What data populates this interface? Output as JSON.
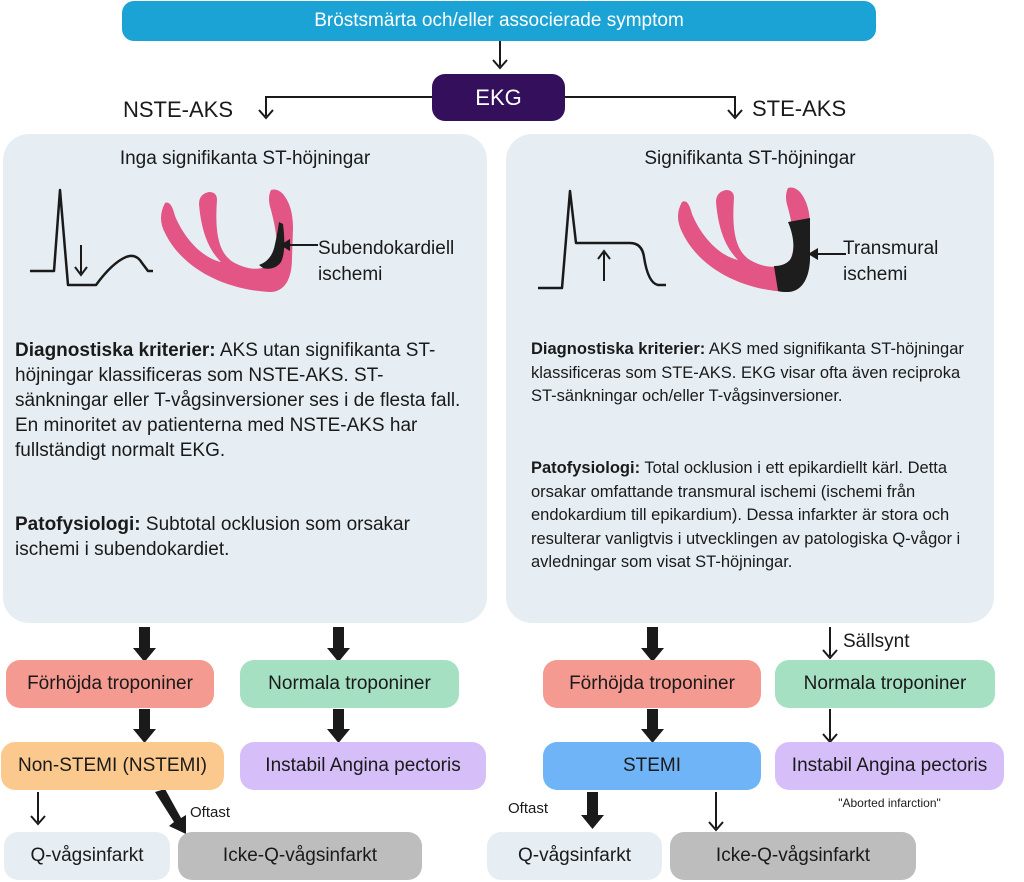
{
  "top": {
    "title": "Bröstsmärta och/eller associerade symptom",
    "ekg": "EKG"
  },
  "branches": {
    "left": "NSTE-AKS",
    "right": "STE-AKS"
  },
  "left_panel": {
    "title": "Inga signifikanta ST-höjningar",
    "ischemia_label": "Subendokardiell ischemi",
    "criteria_heading": "Diagnostiska kriterier:",
    "criteria_text": " AKS utan signifikanta ST-höjningar klassificeras som NSTE-AKS. ST-sänkningar eller T-vågsinversioner ses i de flesta fall. En minoritet av patienterna med NSTE-AKS har fullständigt normalt EKG.",
    "patho_heading": "Patofysiologi:",
    "patho_text": " Subtotal ocklusion som orsakar ischemi i subendokardiet."
  },
  "right_panel": {
    "title": "Signifikanta ST-höjningar",
    "ischemia_label": "Transmural ischemi",
    "criteria_heading": "Diagnostiska kriterier:",
    "criteria_text": " AKS med signifikanta ST-höjningar  klassificeras som STE-AKS. EKG visar ofta även reciproka ST-sänkningar och/eller T-vågsinversioner.",
    "patho_heading": "Patofysiologi:",
    "patho_text": " Total ocklusion i ett epikardiellt kärl. Detta orsakar omfattande transmural ischemi (ischemi från endokardium till epikardium). Dessa infarkter är stora och resulterar vanligtvis i utvecklingen av patologiska Q-vågor i avledningar som visat ST-höjningar."
  },
  "left_flow": {
    "elevated": "Förhöjda troponiner",
    "normal": "Normala troponiner",
    "nstemi": "Non-STEMI (NSTEMI)",
    "unstable": "Instabil Angina pectoris",
    "q_wave": "Q-vågsinfarkt",
    "non_q": "Icke-Q-vågsinfarkt",
    "most_common": "Oftast"
  },
  "right_flow": {
    "rare": "Sällsynt",
    "elevated": "Förhöjda troponiner",
    "normal": "Normala troponiner",
    "stemi": "STEMI",
    "unstable": "Instabil Angina pectoris",
    "aborted": "\"Aborted infarction\"",
    "q_wave": "Q-vågsinfarkt",
    "non_q": "Icke-Q-vågsinfarkt",
    "most_common": "Oftast"
  },
  "colors": {
    "top_bar": "#1aa3d4",
    "ekg": "#34105c",
    "panel": "#e6eef3",
    "elevated": "#f59a90",
    "normal": "#a6e0c2",
    "nstemi": "#fbc98d",
    "unstable": "#d6bff9",
    "stemi": "#70b4f8",
    "q_wave": "#e6eef3",
    "non_q": "#bdbdbd",
    "heart": "#e25585",
    "ischemia": "#1d1d1d"
  }
}
